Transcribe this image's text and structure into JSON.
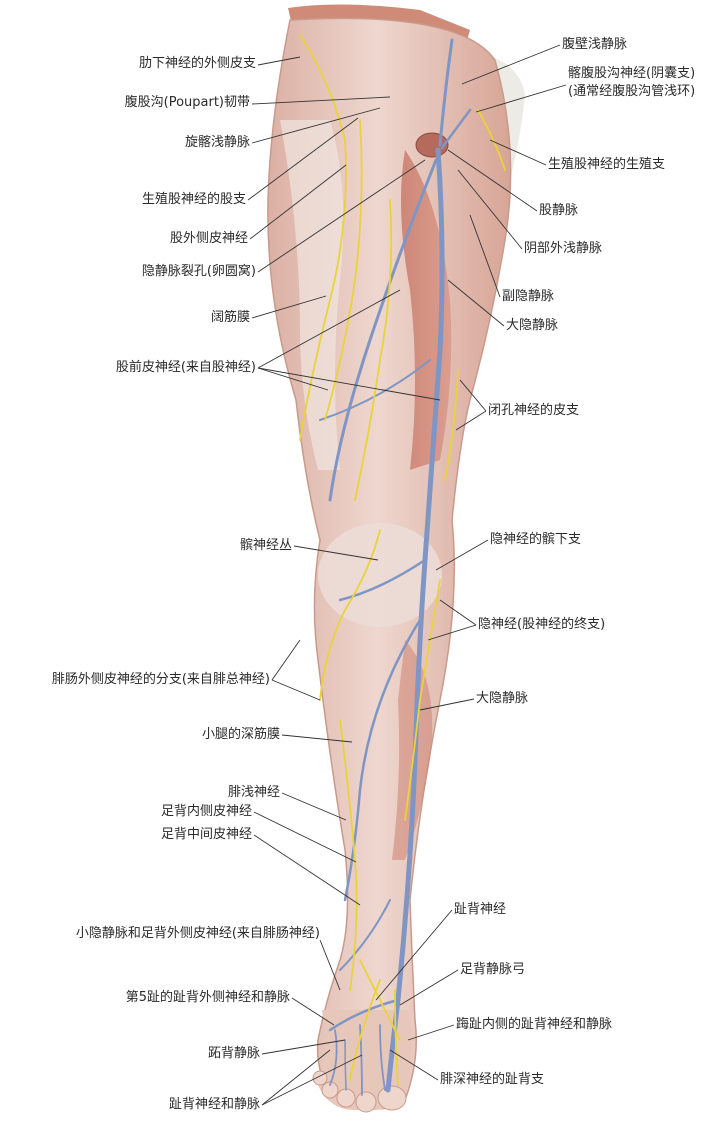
{
  "labels_left": [
    {
      "id": "l1",
      "text": "肋下神经的外侧皮支"
    },
    {
      "id": "l2",
      "text": "腹股沟(Poupart)韧带"
    },
    {
      "id": "l3",
      "text": "旋髂浅静脉"
    },
    {
      "id": "l4",
      "text": "生殖股神经的股支"
    },
    {
      "id": "l5",
      "text": "股外侧皮神经"
    },
    {
      "id": "l6",
      "text": "隐静脉裂孔(卵圆窝)"
    },
    {
      "id": "l7",
      "text": "阔筋膜"
    },
    {
      "id": "l8",
      "text": "股前皮神经(来自股神经)"
    },
    {
      "id": "l9",
      "text": "髌神经丛"
    },
    {
      "id": "l10",
      "text": "腓肠外侧皮神经的分支(来自腓总神经)"
    },
    {
      "id": "l11",
      "text": "小腿的深筋膜"
    },
    {
      "id": "l12",
      "text": "腓浅神经"
    },
    {
      "id": "l13",
      "text": "足背内侧皮神经"
    },
    {
      "id": "l14",
      "text": "足背中间皮神经"
    },
    {
      "id": "l15",
      "text": "小隐静脉和足背外侧皮神经(来自腓肠神经)"
    },
    {
      "id": "l16",
      "text": "第5趾的趾背外侧神经和静脉"
    },
    {
      "id": "l17",
      "text": "跖背静脉"
    },
    {
      "id": "l18",
      "text": "趾背神经和静脉"
    }
  ],
  "labels_right": [
    {
      "id": "r1",
      "text": "腹壁浅静脉"
    },
    {
      "id": "r2a",
      "text": "髂腹股沟神经(阴囊支)"
    },
    {
      "id": "r2b",
      "text": "(通常经腹股沟管浅环)"
    },
    {
      "id": "r3",
      "text": "生殖股神经的生殖支"
    },
    {
      "id": "r4",
      "text": "股静脉"
    },
    {
      "id": "r5",
      "text": "阴部外浅静脉"
    },
    {
      "id": "r6",
      "text": "副隐静脉"
    },
    {
      "id": "r7",
      "text": "大隐静脉"
    },
    {
      "id": "r8",
      "text": "闭孔神经的皮支"
    },
    {
      "id": "r9",
      "text": "隐神经的髌下支"
    },
    {
      "id": "r10",
      "text": "隐神经(股神经的终支)"
    },
    {
      "id": "r11",
      "text": "大隐静脉"
    },
    {
      "id": "r12",
      "text": "趾背神经"
    },
    {
      "id": "r13",
      "text": "足背静脉弓"
    },
    {
      "id": "r14",
      "text": "踇趾内侧的趾背神经和静脉"
    },
    {
      "id": "r15",
      "text": "腓深神经的趾背支"
    }
  ],
  "colors": {
    "skin": "#e9cfc6",
    "skin_dark": "#d8a99c",
    "muscle": "#c97a6a",
    "fascia": "#eeeeea",
    "vein": "#7f95c4",
    "nerve": "#e9d33b",
    "leader": "#333333"
  }
}
